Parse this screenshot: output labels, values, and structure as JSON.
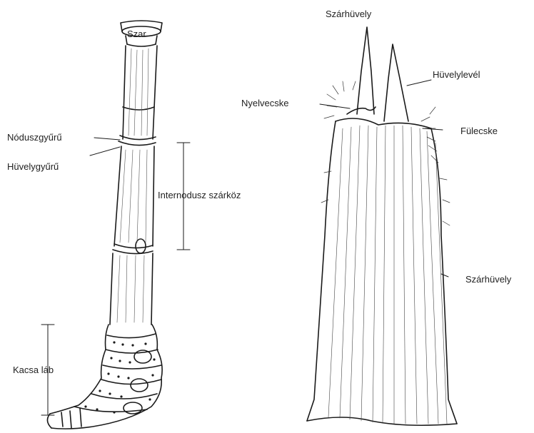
{
  "labels": {
    "szar": "Szar",
    "noduszgyuru": "Nóduszgyűrű",
    "huvelygyuru": "Hüvelygyűrű",
    "internodusz": "Internodusz szárköz",
    "kacsalab": "Kacsa láb",
    "szarhuvely_top": "Szárhüvely",
    "huvelylevel": "Hüvelylevél",
    "nyelvecske": "Nyelvecske",
    "fulecske": "Fülecske",
    "szarhuvely_side": "Szárhüvely"
  }
}
